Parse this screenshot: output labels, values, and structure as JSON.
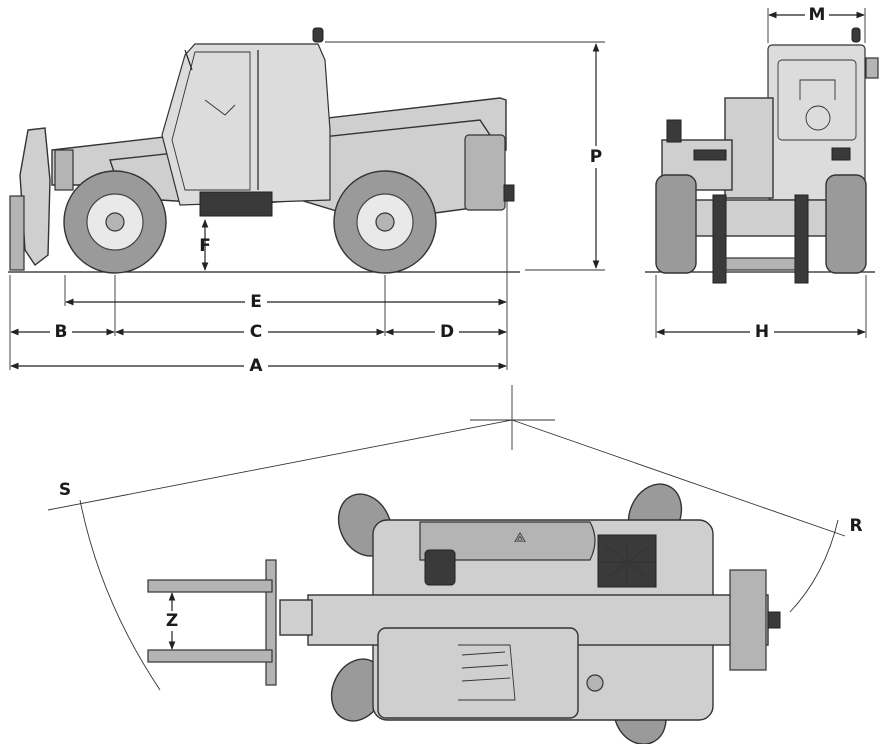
{
  "diagram": {
    "dimension_labels": {
      "A": "A",
      "B": "B",
      "C": "C",
      "D": "D",
      "E": "E",
      "F": "F",
      "H": "H",
      "M": "M",
      "P": "P",
      "R": "R",
      "S": "S",
      "Z": "Z"
    },
    "views": [
      "side-view",
      "front-view",
      "top-view"
    ],
    "colors": {
      "body": "#cfcfcf",
      "tyre": "#9a9a9a",
      "dark_parts": "#3a3a3a",
      "lines": "#222222"
    }
  }
}
